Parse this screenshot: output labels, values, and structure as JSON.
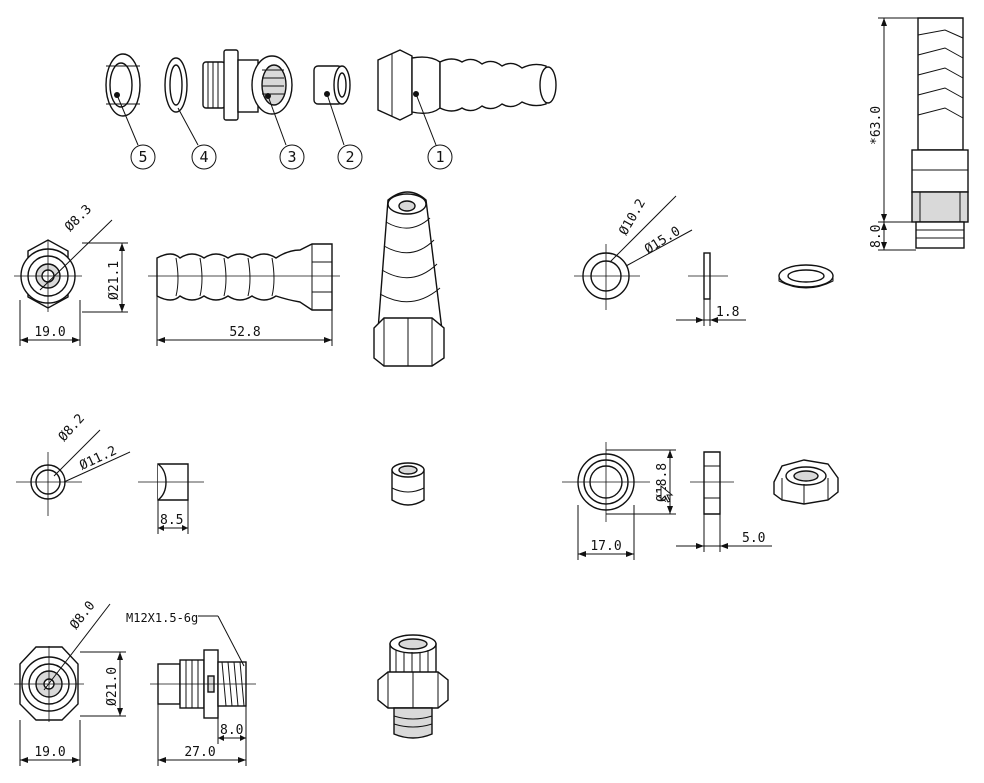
{
  "balloons": [
    "5",
    "4",
    "3",
    "2",
    "1"
  ],
  "dims": {
    "overall_height": "*63.0",
    "thread_length_side": "8.0",
    "cap_inner_dia": "Ø8.3",
    "cap_outer_dia": "Ø21.1",
    "cap_width": "19.0",
    "boot_length": "52.8",
    "washer_inner_dia": "Ø10.2",
    "washer_outer_dia": "Ø15.0",
    "washer_thickness": "1.8",
    "seal_inner_dia": "Ø8.2",
    "seal_outer_dia": "Ø11.2",
    "seal_length": "8.5",
    "nut_dia": "Ø18.8",
    "nut_width": "17.0",
    "nut_thickness": "5.0",
    "body_inner_dia": "Ø8.0",
    "body_outer_dia": "Ø21.0",
    "body_width": "19.0",
    "body_length": "27.0",
    "thread_length": "8.0",
    "thread_spec": "M12X1.5-6g"
  }
}
